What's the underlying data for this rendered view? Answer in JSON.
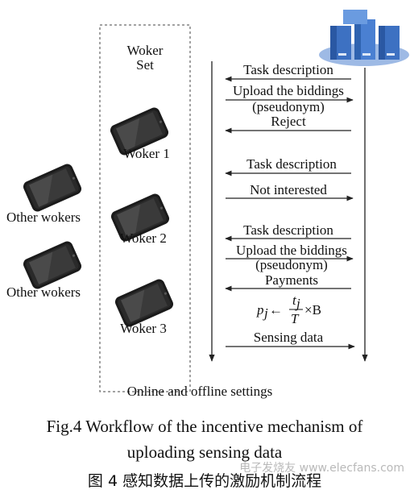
{
  "worker_set": {
    "line1": "Woker",
    "line2": "Set"
  },
  "workers": [
    {
      "label": "Woker 1"
    },
    {
      "label": "Woker 2"
    },
    {
      "label": "Woker 3"
    }
  ],
  "other_workers": [
    {
      "label": "Other wokers"
    },
    {
      "label": "Other wokers"
    }
  ],
  "messages": [
    {
      "text": "Task description",
      "direction": "left"
    },
    {
      "text": "Upload the biddings",
      "direction": "right"
    },
    {
      "text": "(pseudonym)",
      "direction": "right"
    },
    {
      "text": "Reject",
      "direction": "left"
    },
    {
      "text": "Task description",
      "direction": "left"
    },
    {
      "text": "Not interested",
      "direction": "right"
    },
    {
      "text": "Task description",
      "direction": "left"
    },
    {
      "text": "Upload the biddings",
      "direction": "right"
    },
    {
      "text": "(pseudonym)",
      "direction": "right"
    },
    {
      "text": "Payments",
      "direction": "left"
    },
    {
      "text": "Sensing data",
      "direction": "right"
    }
  ],
  "formula": {
    "lhs": "p",
    "lhs_sub": "j",
    "arrow": "←",
    "num": "t",
    "num_sub": "j",
    "den": "T",
    "times": "×B"
  },
  "footer_label": "Online and offline settings",
  "caption": {
    "en_line1": "Fig.4    Workflow of the incentive mechanism of",
    "en_line2": "uploading sensing data",
    "cn": "图 4    感知数据上传的激励机制流程"
  },
  "watermark": "电子发烧友 www.elecfans.com",
  "colors": {
    "server_blue": "#5b8fd6",
    "server_dark": "#2f63b0",
    "line": "#222222"
  }
}
